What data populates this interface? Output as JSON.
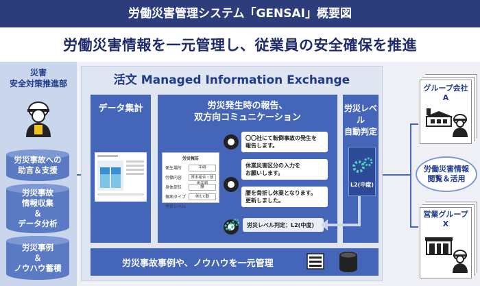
{
  "header": {
    "title": "労働災害管理システム「GENSAI」概要図"
  },
  "subtitle": "労働災害情報を一元管理し、従業員の安全確保を推進",
  "left": {
    "dept_line1": "災害",
    "dept_line2": "安全対策推進部",
    "cyl1_line1": "労災事故への",
    "cyl1_line2": "助言＆支援",
    "cyl2_line1": "労災事故",
    "cyl2_line2": "情報収集",
    "cyl2_line3": "＆",
    "cyl2_line4": "データ分析",
    "cyl3_line1": "労災事例",
    "cyl3_line2": "＆",
    "cyl3_line3": "ノウハウ蓄積"
  },
  "main": {
    "title": "活文 Managed Information Exchange",
    "panel_data_title": "データ集計",
    "panel_report_title_line1": "労災発生時の報告、",
    "panel_report_title_line2": "双方向コミュニケーション",
    "panel_level_title_line1": "労災レベル",
    "panel_level_title_line2": "自動判定",
    "level_badge": "L2(中度)",
    "form": {
      "title": "労災報告",
      "rows": [
        {
          "label": "発生場所",
          "value": "不明"
        },
        {
          "label": "労働内容",
          "value": "資本組合・技術手順"
        },
        {
          "label": "身体部位",
          "value": "腰"
        },
        {
          "label": "傷病タイプ",
          "value": "休むC勤"
        },
        {
          "label": "労災レベル",
          "value": ""
        }
      ]
    },
    "messages": [
      {
        "line1": "〇〇社にて転倒事故の発生を",
        "line2": "報告します。"
      },
      {
        "line1": "休業災害区分の入力を",
        "line2": "お願いします。"
      },
      {
        "line1": "腰を骨折し休業となります。",
        "line2": "更新しました。"
      }
    ],
    "level_msg": "労災レベル判定：L2(中度)",
    "bottom_text": "労災事故事例や、ノウハウを一元管理"
  },
  "right": {
    "group_a_line1": "グループ会社",
    "group_a_line2": "A",
    "oval_line1": "労働災害情報",
    "oval_line2": "閲覧＆活用",
    "group_x_line1": "営業グループ",
    "group_x_line2": "X"
  }
}
